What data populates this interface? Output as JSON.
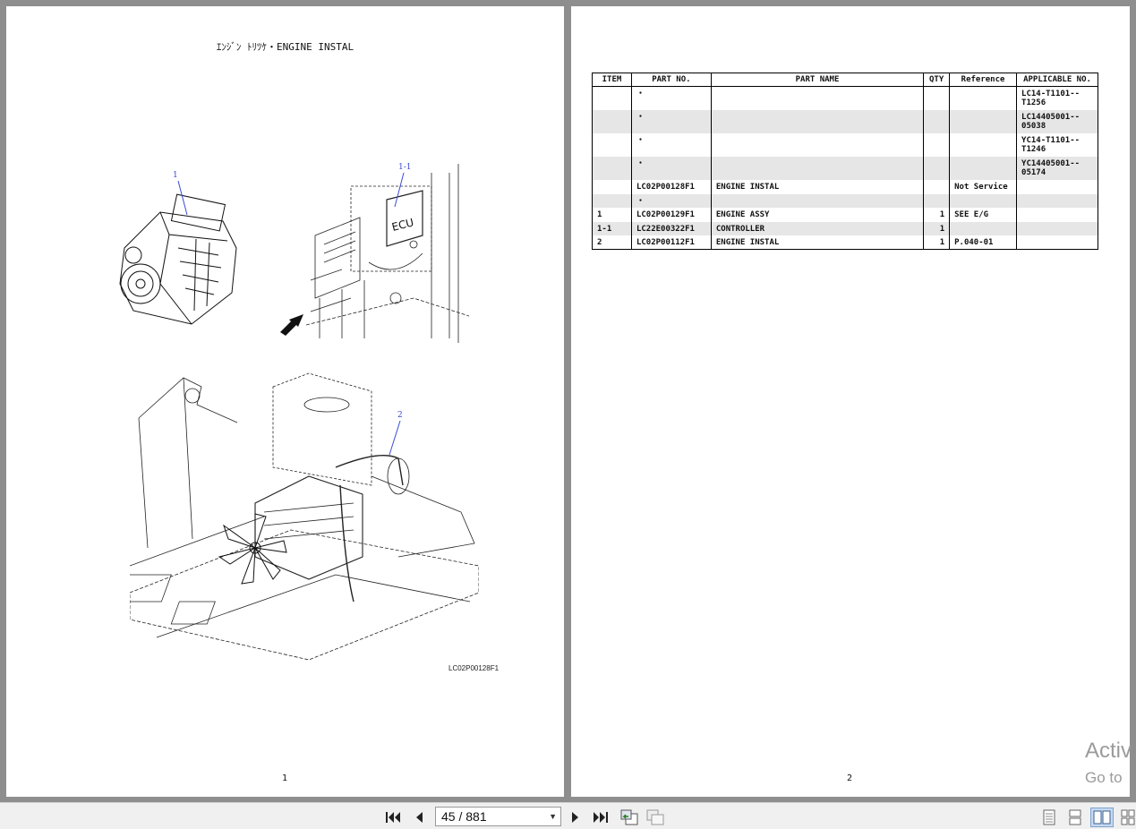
{
  "left_page": {
    "title": "ｴﾝｼﾞﾝ ﾄﾘﾂｹ・ENGINE INSTAL",
    "callouts": {
      "c1": "1",
      "c11": "1-1",
      "c2": "2"
    },
    "ecu_label": "ECU",
    "drawing_code": "LC02P00128F1",
    "page_number": "1"
  },
  "right_page": {
    "page_number": "2",
    "table": {
      "headers": [
        "ITEM",
        "PART NO.",
        "PART NAME",
        "QTY",
        "Reference",
        "APPLICABLE NO."
      ],
      "rows": [
        {
          "item": "",
          "part_no": "・",
          "part_name": "",
          "qty": "",
          "reference": "",
          "applicable": "LC14-T1101--\nT1256"
        },
        {
          "item": "",
          "part_no": "・",
          "part_name": "",
          "qty": "",
          "reference": "",
          "applicable": "LC14405001--\n05038"
        },
        {
          "item": "",
          "part_no": "・",
          "part_name": "",
          "qty": "",
          "reference": "",
          "applicable": "YC14-T1101--\nT1246"
        },
        {
          "item": "",
          "part_no": "・",
          "part_name": "",
          "qty": "",
          "reference": "",
          "applicable": "YC14405001--\n05174"
        },
        {
          "item": "",
          "part_no": "LC02P00128F1",
          "part_name": "ENGINE INSTAL",
          "qty": "",
          "reference": "Not Service",
          "applicable": ""
        },
        {
          "item": "",
          "part_no": "・",
          "part_name": "",
          "qty": "",
          "reference": "",
          "applicable": ""
        },
        {
          "item": "1",
          "part_no": "LC02P00129F1",
          "part_name": "ENGINE ASSY",
          "qty": "1",
          "reference": "SEE E/G",
          "applicable": ""
        },
        {
          "item": "1-1",
          "part_no": "LC22E00322F1",
          "part_name": "CONTROLLER",
          "qty": "1",
          "reference": "",
          "applicable": ""
        },
        {
          "item": "2",
          "part_no": "LC02P00112F1",
          "part_name": "ENGINE INSTAL",
          "qty": "1",
          "reference": "P.040-01",
          "applicable": ""
        }
      ]
    }
  },
  "toolbar": {
    "page_indicator": "45 / 881"
  },
  "watermark": {
    "line1": "Activ",
    "line2": "Go to"
  },
  "colors": {
    "callout": "#3b4bd6",
    "viewer_bg": "#8e8e8e",
    "row_alt": "#e6e6e6"
  }
}
